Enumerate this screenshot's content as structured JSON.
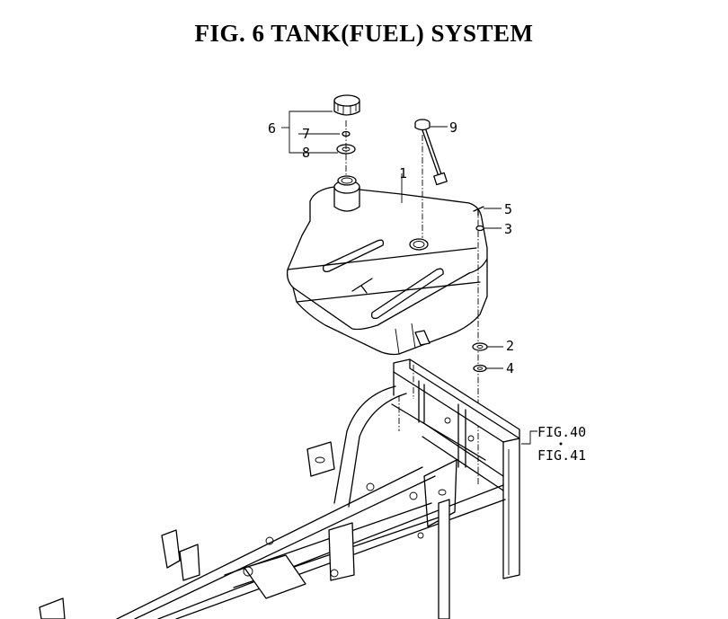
{
  "title": "FIG. 6  TANK(FUEL) SYSTEM",
  "callouts": {
    "p1": "1",
    "p2": "2",
    "p3": "3",
    "p4": "4",
    "p5": "5",
    "p6": "6",
    "p7": "7",
    "p8": "8",
    "p9": "9"
  },
  "refs": {
    "fig40": "FIG.40",
    "fig41": "FIG.41"
  }
}
